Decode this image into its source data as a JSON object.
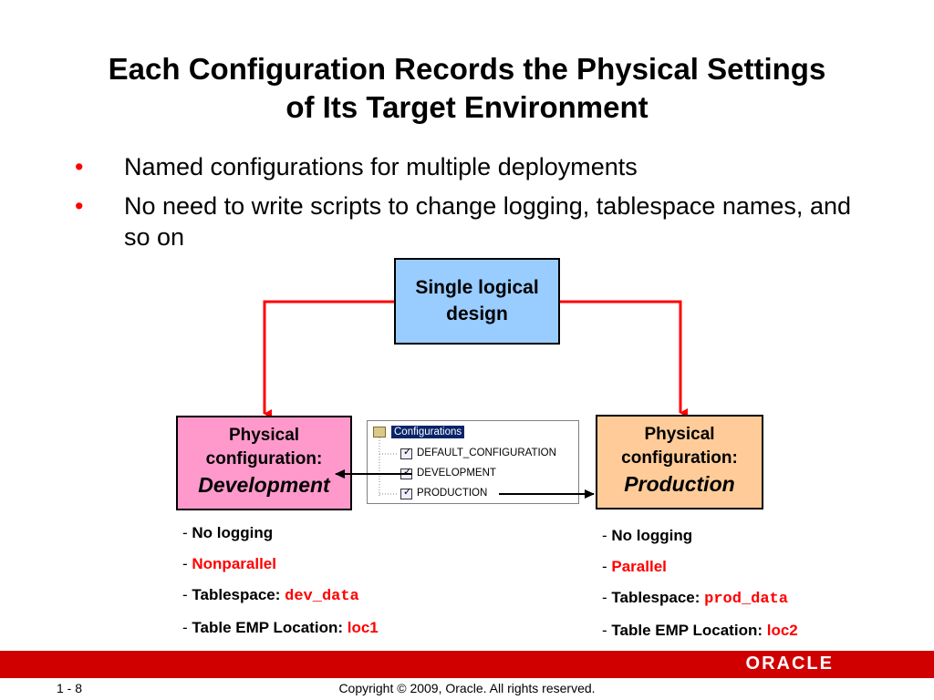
{
  "title": {
    "line1": "Each Configuration Records the Physical Settings",
    "line2": "of Its Target Environment"
  },
  "bullets": [
    "Named configurations for multiple deployments",
    "No need to write scripts to change logging, tablespace names, and so on"
  ],
  "diagram": {
    "logical": {
      "line1": "Single logical",
      "line2": "design"
    },
    "development": {
      "line1": "Physical",
      "line2": "configuration:",
      "env": "Development"
    },
    "production": {
      "line1": "Physical",
      "line2": "configuration:",
      "env": "Production"
    },
    "tree": {
      "root": "Configurations",
      "items": [
        "DEFAULT_CONFIGURATION",
        "DEVELOPMENT",
        "PRODUCTION"
      ]
    }
  },
  "dev_props": {
    "logging": "No logging",
    "parallel": "Nonparallel",
    "tablespace_label": "Tablespace:",
    "tablespace_value": "dev_data",
    "location_label": "Table EMP Location:",
    "location_value": "loc1"
  },
  "prod_props": {
    "logging": "No logging",
    "parallel": "Parallel",
    "tablespace_label": "Tablespace:",
    "tablespace_value": "prod_data",
    "location_label": "Table EMP Location:",
    "location_value": "loc2"
  },
  "colors": {
    "connector": "#ff0000",
    "logical_box": "#99ccff",
    "dev_box": "#ff99cc",
    "prod_box": "#ffcc99",
    "footer_bar": "#d00000"
  },
  "footer": {
    "brand": "ORACLE",
    "page": "1 - 8",
    "copyright": "Copyright © 2009, Oracle. All rights reserved."
  }
}
